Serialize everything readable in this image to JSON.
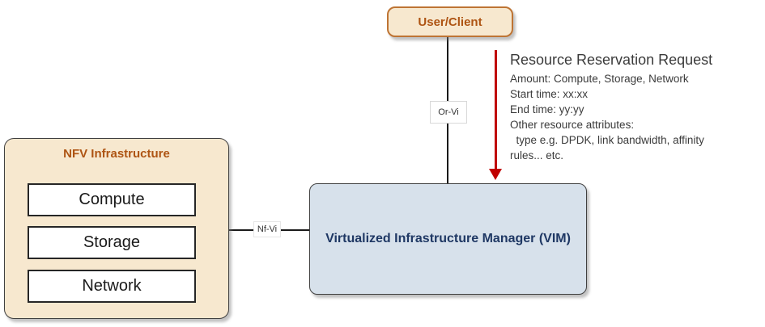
{
  "nodes": {
    "user_client": {
      "label": "User/Client"
    },
    "nfv": {
      "title": "NFV Infrastructure",
      "items": [
        "Compute",
        "Storage",
        "Network"
      ]
    },
    "vim": {
      "label": "Virtualized Infrastructure Manager (VIM)"
    }
  },
  "edges": {
    "or_vi": {
      "label": "Or-Vi"
    },
    "nf_vi": {
      "label": "Nf-Vi"
    }
  },
  "annotation": {
    "title": "Resource Reservation Request",
    "lines": [
      "Amount: Compute, Storage, Network",
      "Start time: xx:xx",
      "End time: yy:yy",
      "Other resource attributes:",
      "  type e.g. DPDK, link bandwidth, affinity",
      "rules... etc."
    ]
  },
  "colors": {
    "cream-fill": "#F7E8CF",
    "cream-border": "#BE7434",
    "brown-text": "#AE5413",
    "blue-fill": "#D7E1EB",
    "navy-text": "#1F3864",
    "arrow-red": "#C00000",
    "line-black": "#1a1a1a",
    "body-text": "#3B3B3B"
  }
}
